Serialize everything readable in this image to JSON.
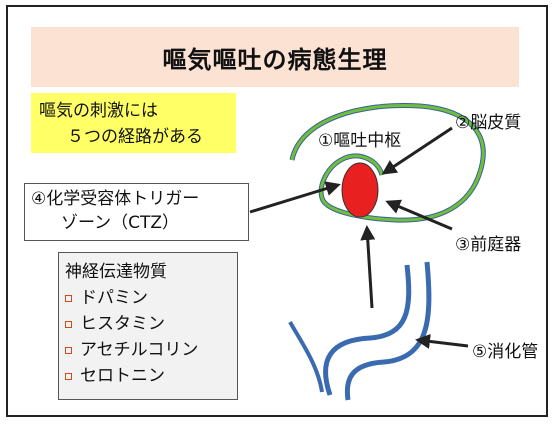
{
  "title": "嘔気嘔吐の病態生理",
  "highlight": {
    "line1": "嘔気の刺激には",
    "line2": "５つの経路がある"
  },
  "labels": {
    "center": "①嘔吐中枢",
    "cortex": "②脳皮質",
    "vestibular": "③前庭器",
    "ctz_line1": "④化学受容体トリガー",
    "ctz_line2": "ゾーン（CTZ）",
    "gut": "⑤消化管"
  },
  "neurotransmitters": {
    "heading": "神経伝達物質",
    "items": [
      "ドパミン",
      "ヒスタミン",
      "アセチルコリン",
      "セロトニン"
    ]
  },
  "colors": {
    "title_bg": "#fbe2d3",
    "highlight_bg": "#ffff66",
    "brain_outline": "#6fbf3a",
    "brain_inner": "#3a5fa0",
    "center_fill": "#e82020",
    "gut_outline": "#3a6ab0"
  }
}
